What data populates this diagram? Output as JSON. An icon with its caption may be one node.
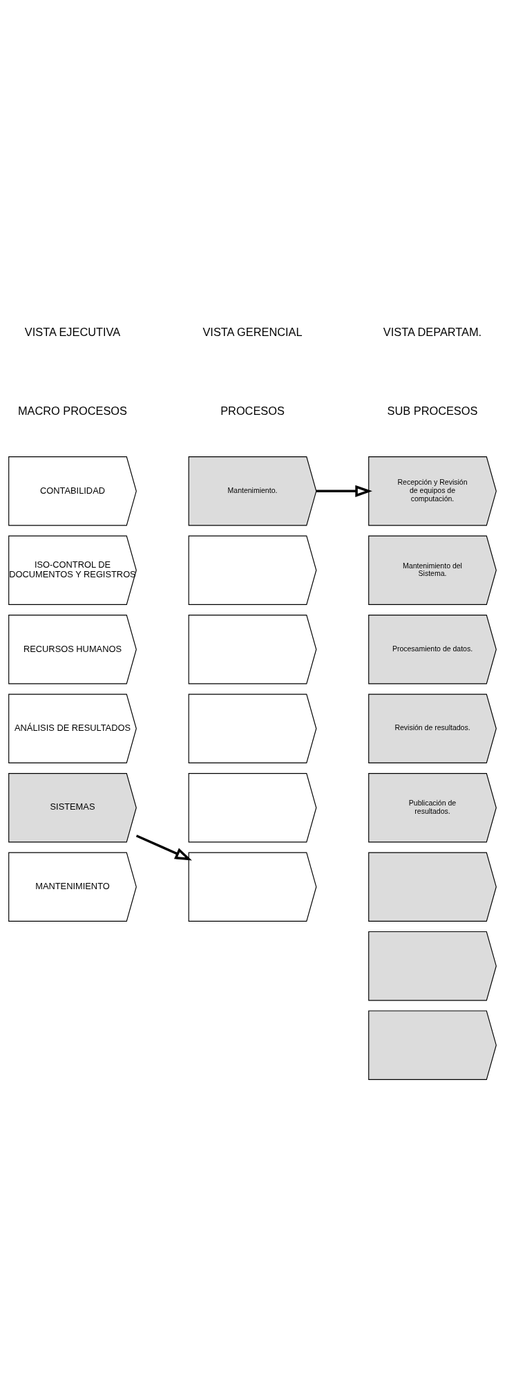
{
  "diagram": {
    "nodes": [
      {
        "text": [
          "CONTABILIDAD"
        ]
      },
      {
        "text": [
          "ISO-CONTROL DE DOCUMENTOS Y REGISTROS"
        ]
      },
      {
        "text": [
          "RECURSOS HUMANOS"
        ]
      },
      {
        "text": [
          "ANÁLISIS DE RESULTADOS"
        ]
      },
      {
        "text": [
          "SISTEMAS"
        ]
      },
      {
        "text": [
          "MANTENIMIENTO"
        ]
      },
      {
        "text": [
          "Mantenimiento."
        ]
      },
      {
        "text": [],
        "shape": "chevron"
      },
      {
        "text": [],
        "shape": "chevron"
      },
      {
        "text": [],
        "shape": "chevron"
      },
      {
        "text": [],
        "shape": "chevron"
      },
      {
        "text": [],
        "shape": "chevron"
      },
      {
        "text": [
          "Recepción y Revisión de equipos de computación."
        ]
      },
      {
        "text": [
          "Mantenimiento del Sistema."
        ]
      },
      {
        "text": [
          "Procesamiento de datos."
        ]
      },
      {
        "text": [
          "Revisión de resultados."
        ]
      },
      {
        "text": [
          "Publicación de resultados."
        ]
      },
      {
        "text": [],
        "shape": "chevron"
      },
      {
        "text": [],
        "shape": "chevron"
      },
      {
        "text": [],
        "shape": "chevron"
      }
    ],
    "edges": [
      {
        "from": 4,
        "to": 11,
        "arrow": "to"
      },
      {
        "from": 6,
        "to": 12,
        "arrow": "to"
      }
    ],
    "labels": [
      "VISTA EJECUTIVA",
      "MACRO PROCESOS",
      "VISTA GERENCIAL",
      "PROCESOS",
      "VISTA DEPARTAM.",
      "SUB PROCESOS"
    ]
  }
}
